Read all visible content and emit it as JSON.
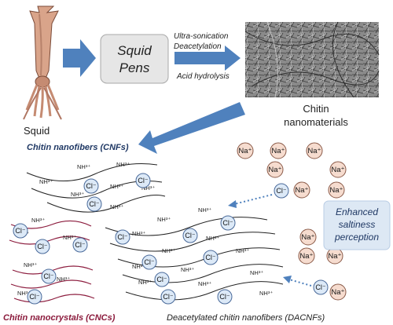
{
  "top": {
    "squid_label": "Squid",
    "pens_line1": "Squid",
    "pens_line2": "Pens",
    "process_line1": "Ultra-sonication",
    "process_line2": "Deacetylation",
    "process_line3": "Acid hydrolysis",
    "chitin_line1": "Chitin",
    "chitin_line2": "nanomaterials"
  },
  "labels": {
    "cnf_title": "Chitin nanofibers (CNFs)",
    "cnc_title": "Chitin nanocrystals (CNCs)",
    "dacnf_title": "Deacetylated chitin nanofibers (DACNFs)",
    "enhanced_line1": "Enhanced",
    "enhanced_line2": "saltiness",
    "enhanced_line3": "perception"
  },
  "ions": {
    "chloride": "Cl⁻",
    "sodium": "Na⁺",
    "ammonium": "NH³⁺"
  },
  "colors": {
    "arrow_blue": "#4f81bd",
    "cl_fill": "#dce9f7",
    "na_fill": "#f6dccf",
    "cnc_fiber": "#8b1a3c",
    "cnf_title": "#1f3864",
    "cnc_title": "#8b1a3c",
    "perception_box": "#dde8f4"
  },
  "icons": [
    "squid-illustration",
    "micrograph-texture",
    "process-arrow-icon"
  ]
}
